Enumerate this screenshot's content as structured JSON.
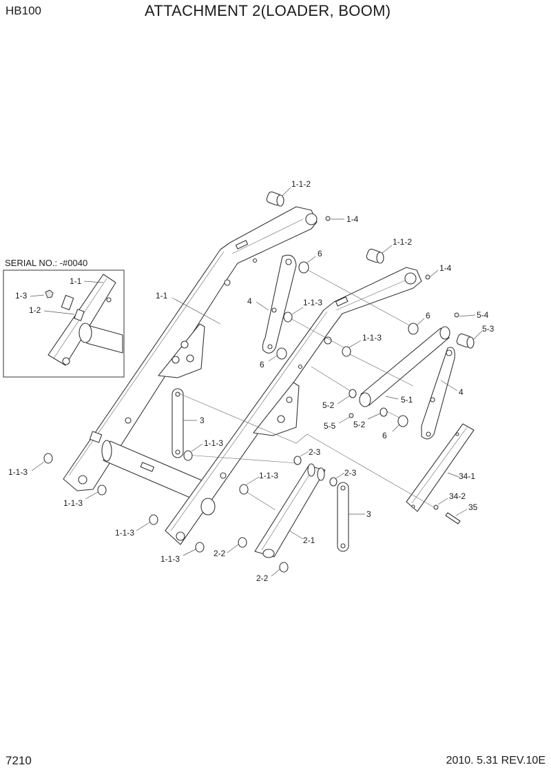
{
  "header": {
    "model": "HB100",
    "title": "ATTACHMENT 2(LOADER, BOOM)"
  },
  "footer": {
    "page": "7210",
    "revision": "2010. 5.31  REV.10E"
  },
  "inset": {
    "serial": "SERIAL NO.: -#0040"
  },
  "labels": {
    "l112a": "1-1-2",
    "l14a": "1-4",
    "l112b": "1-1-2",
    "l14b": "1-4",
    "l6a": "6",
    "l4a": "4",
    "l113a": "1-1-3",
    "l6b": "6",
    "l11": "1-1",
    "l6c": "6",
    "l54": "5-4",
    "l53": "5-3",
    "l113b": "1-1-3",
    "l51": "5-1",
    "l4b": "4",
    "l52a": "5-2",
    "l55": "5-5",
    "l52b": "5-2",
    "l6d": "6",
    "l3a": "3",
    "l113c": "1-1-3",
    "l113d": "1-1-3",
    "l113e": "1-1-3",
    "l23a": "2-3",
    "l23b": "2-3",
    "l113f": "1-1-3",
    "l341": "34-1",
    "l342": "34-2",
    "l35": "35",
    "l3b": "3",
    "l113g": "1-1-3",
    "l21": "2-1",
    "l22a": "2-2",
    "l113h": "1-1-3",
    "l22b": "2-2",
    "i11": "1-1",
    "i13": "1-3",
    "i12": "1-2"
  }
}
